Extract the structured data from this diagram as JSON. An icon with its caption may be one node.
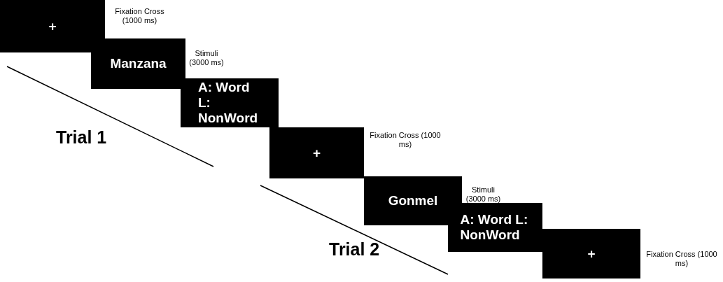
{
  "diagram": {
    "nodes": [
      {
        "text": [
          "+"
        ],
        "beside": [
          "Fixation Cross (1000 ms)"
        ]
      },
      {
        "text": [
          "Manzana"
        ],
        "beside": [
          "Stimuli (3000 ms)"
        ]
      },
      {
        "text": [
          "A: Word L: NonWord"
        ]
      },
      {
        "text": [
          "+"
        ],
        "beside": [
          "Fixation Cross (1000 ms)"
        ]
      },
      {
        "text": [
          "Gonmel"
        ],
        "beside": [
          "Stimuli (3000 ms)"
        ]
      },
      {
        "text": [
          "A: Word L: NonWord"
        ]
      },
      {
        "text": [
          "+"
        ],
        "beside": [
          "Fixation Cross (1000 ms)"
        ]
      }
    ],
    "edges": [],
    "labels": [
      "Trial 1",
      "Trial 2"
    ]
  }
}
